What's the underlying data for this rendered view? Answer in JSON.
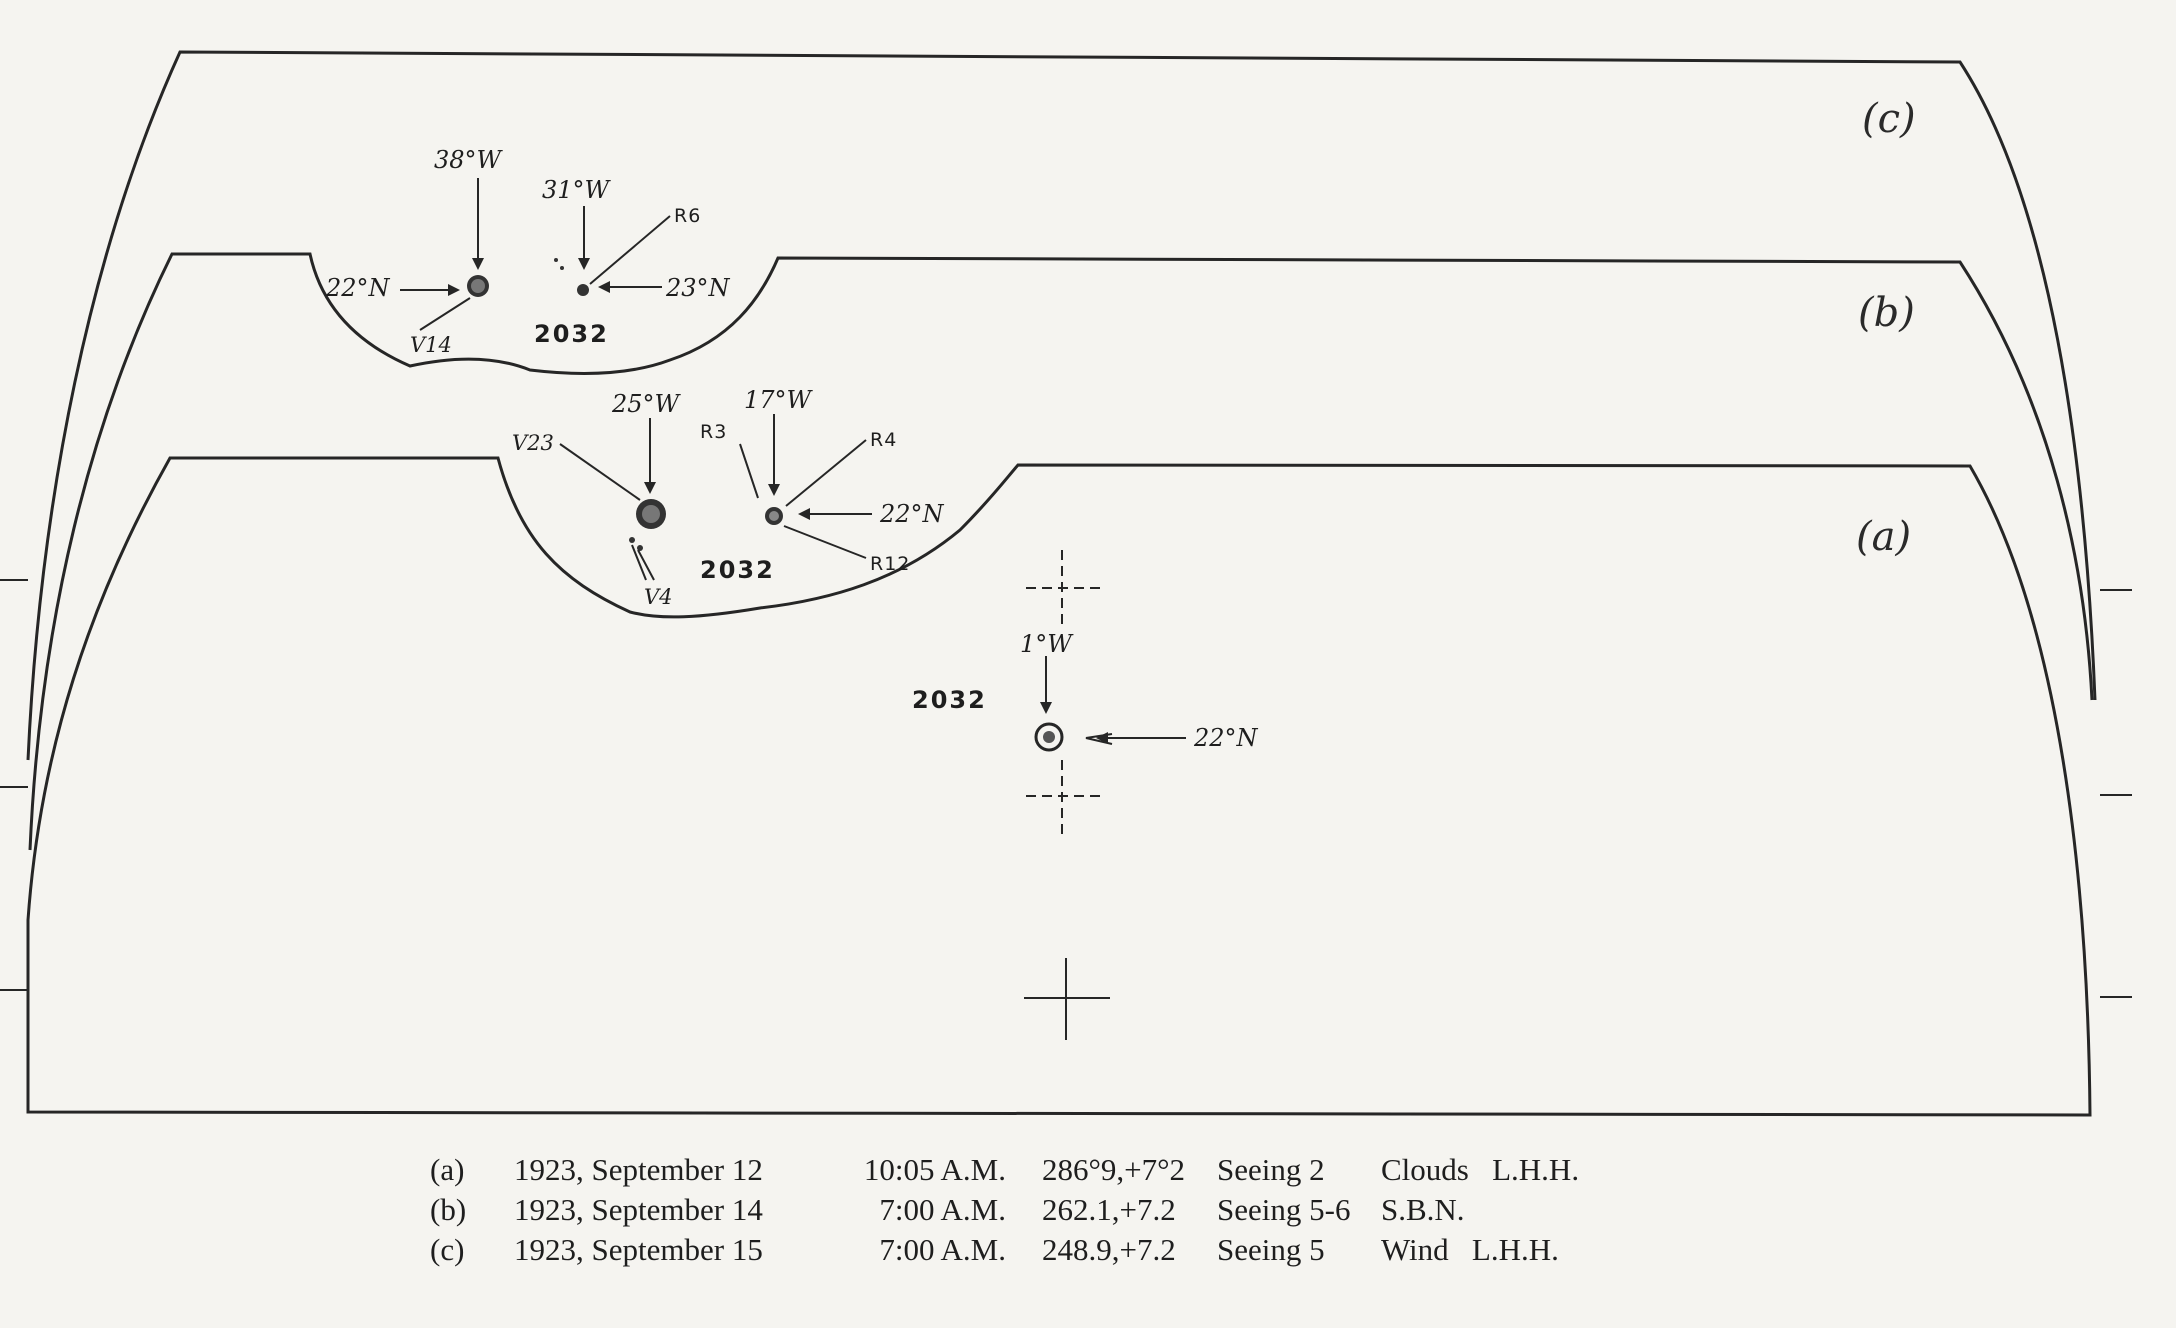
{
  "panels": {
    "c": {
      "letter": "(c)",
      "group": "2032",
      "spot1": {
        "lon": "38°W",
        "lat": "22°N",
        "tag": "V14"
      },
      "spot2": {
        "lon": "31°W",
        "lat": "23°N",
        "tag": "R6"
      }
    },
    "b": {
      "letter": "(b)",
      "group": "2032",
      "spot1": {
        "lon": "25°W",
        "tag_top": "V23",
        "tag_bottom": "V4"
      },
      "spot2": {
        "lon": "17°W",
        "lat": "22°N",
        "tag_left": "R3",
        "tag_top": "R4",
        "tag_bottom": "R12"
      }
    },
    "a": {
      "letter": "(a)",
      "group": "2032",
      "spot1": {
        "lon": "1°W",
        "lat": "22°N"
      }
    }
  },
  "caption": [
    {
      "label": "(a)",
      "date": "1923, September 12",
      "time": "10:05 A.M.",
      "position": "286°9,+7°2",
      "seeing": "Seeing 2",
      "note": "Clouds   L.H.H."
    },
    {
      "label": "(b)",
      "date": "1923, September 14",
      "time": "7:00 A.M.",
      "position": "262.1,+7.2",
      "seeing": "Seeing 5-6",
      "note": "S.B.N."
    },
    {
      "label": "(c)",
      "date": "1923, September 15",
      "time": "7:00 A.M.",
      "position": "248.9,+7.2",
      "seeing": "Seeing 5",
      "note": "Wind   L.H.H."
    }
  ]
}
